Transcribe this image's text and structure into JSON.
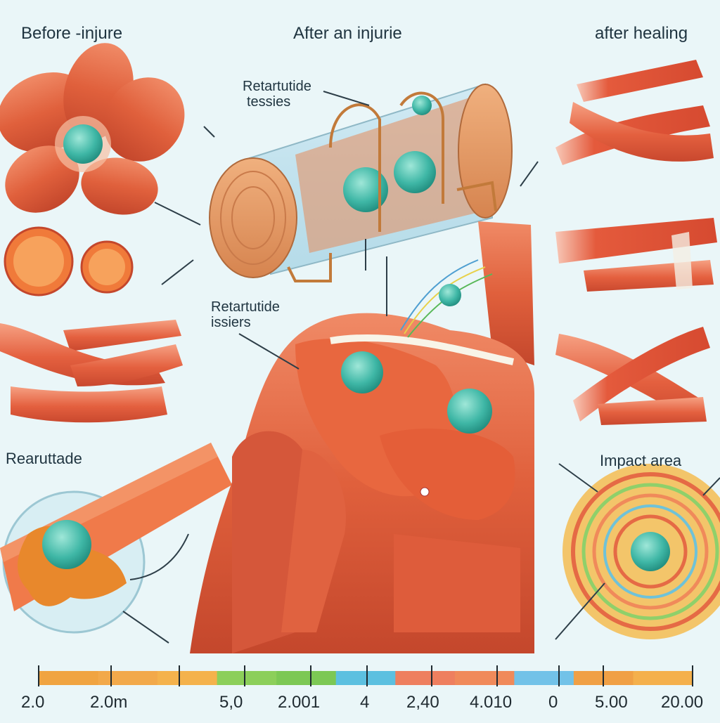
{
  "headers": {
    "before": "Before -injure",
    "after": "After an injurie",
    "healing": "after healing"
  },
  "annotations": {
    "retartutide_tessies": [
      "Retartutide",
      "tessies"
    ],
    "retartutide_issiers": [
      "Retartutide",
      "issiers"
    ],
    "rearuttade": "Rearuttade",
    "impact_area": "Impact area"
  },
  "scale_bar": {
    "segments": [
      {
        "color": "#f0a441"
      },
      {
        "color": "#f2a94a"
      },
      {
        "color": "#f4b24c"
      },
      {
        "color": "#8ccf5a"
      },
      {
        "color": "#7cc854"
      },
      {
        "color": "#5cc0e0"
      },
      {
        "color": "#ee7f5f"
      },
      {
        "color": "#f08a5a"
      },
      {
        "color": "#72c2e8"
      },
      {
        "color": "#f0a045"
      },
      {
        "color": "#f4b04c"
      }
    ],
    "tick_labels": [
      "2.0",
      "2.0m",
      "5,0",
      "2.001",
      "4",
      "2,40",
      "4.010",
      "0",
      "5.00",
      "20.00"
    ]
  },
  "colors": {
    "background": "#eaf6f8",
    "muscle": "#e56a45",
    "muscle_dark": "#c4472c",
    "muscle_light": "#f29a78",
    "cluster": "#3fb7a6",
    "text": "#1f3440"
  }
}
